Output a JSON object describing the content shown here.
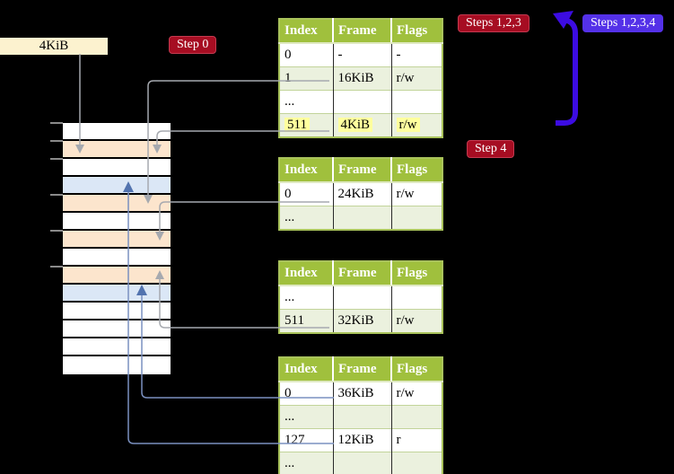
{
  "colors": {
    "background": "#000000",
    "badge_red": "#a60d22",
    "badge_blue": "#5431e8",
    "thick_arrow_blue": "#3c0ce2",
    "table_header_green": "#a0c03d",
    "table_border_green": "#a9c35b",
    "table_row_shade_green": "#ebf1de",
    "highlight_yellow": "#ffff9e",
    "memory_page_orange": "#fce5cd",
    "memory_page_blue": "#dbe7f6",
    "connector_gray": "#a6a9af",
    "connector_steel_blue": "#7a90c0"
  },
  "page_label": {
    "text": "4KiB"
  },
  "badges": {
    "step0": "Step 0",
    "steps123": "Steps 1,2,3",
    "steps1234": "Steps 1,2,3,4",
    "step4": "Step 4"
  },
  "memory_column": {
    "rows": [
      "white",
      "orange",
      "white",
      "blue",
      "orange",
      "white",
      "orange",
      "white",
      "orange",
      "blue",
      "white",
      "white",
      "white",
      "white"
    ]
  },
  "tables": [
    {
      "id": "table-1",
      "columns": [
        "Index",
        "Frame",
        "Flags"
      ],
      "rows": [
        {
          "cells": [
            "0",
            "-",
            "-"
          ],
          "shade": false,
          "hl": false
        },
        {
          "cells": [
            "1",
            "16KiB",
            "r/w"
          ],
          "shade": true,
          "hl": false
        },
        {
          "cells": [
            "...",
            "",
            ""
          ],
          "shade": false,
          "hl": false
        },
        {
          "cells": [
            "511",
            "4KiB",
            "r/w"
          ],
          "shade": true,
          "hl": true
        }
      ]
    },
    {
      "id": "table-2",
      "columns": [
        "Index",
        "Frame",
        "Flags"
      ],
      "rows": [
        {
          "cells": [
            "0",
            "24KiB",
            "r/w"
          ],
          "shade": false,
          "hl": false
        },
        {
          "cells": [
            "...",
            "",
            ""
          ],
          "shade": true,
          "hl": false
        }
      ]
    },
    {
      "id": "table-3",
      "columns": [
        "Index",
        "Frame",
        "Flags"
      ],
      "rows": [
        {
          "cells": [
            "...",
            "",
            ""
          ],
          "shade": false,
          "hl": false
        },
        {
          "cells": [
            "511",
            "32KiB",
            "r/w"
          ],
          "shade": true,
          "hl": false
        }
      ]
    },
    {
      "id": "table-4",
      "columns": [
        "Index",
        "Frame",
        "Flags"
      ],
      "rows": [
        {
          "cells": [
            "0",
            "36KiB",
            "r/w"
          ],
          "shade": false,
          "hl": false
        },
        {
          "cells": [
            "...",
            "",
            ""
          ],
          "shade": true,
          "hl": false
        },
        {
          "cells": [
            "127",
            "12KiB",
            "r"
          ],
          "shade": false,
          "hl": false
        },
        {
          "cells": [
            "...",
            "",
            ""
          ],
          "shade": true,
          "hl": false
        }
      ]
    }
  ],
  "connections": [
    {
      "from": "page-label-4kib",
      "to": "memory-row-2",
      "style": "gray-arrow"
    },
    {
      "from": "table-1-row-1",
      "to": "memory-row-5",
      "style": "gray-arrow"
    },
    {
      "from": "table-1-row-511",
      "to": "memory-row-2",
      "style": "gray-arrow"
    },
    {
      "from": "table-2-row-0",
      "to": "memory-row-7",
      "style": "gray-arrow"
    },
    {
      "from": "table-3-row-511",
      "to": "memory-row-9",
      "style": "gray-arrow"
    },
    {
      "from": "table-4-row-0",
      "to": "memory-row-10",
      "style": "blue-arrow"
    },
    {
      "from": "table-4-row-127",
      "to": "memory-row-4",
      "style": "blue-arrow"
    },
    {
      "from": "table-1-area-bottom",
      "to": "table-1-area-top",
      "style": "thick-blue-loop-arrow"
    }
  ]
}
